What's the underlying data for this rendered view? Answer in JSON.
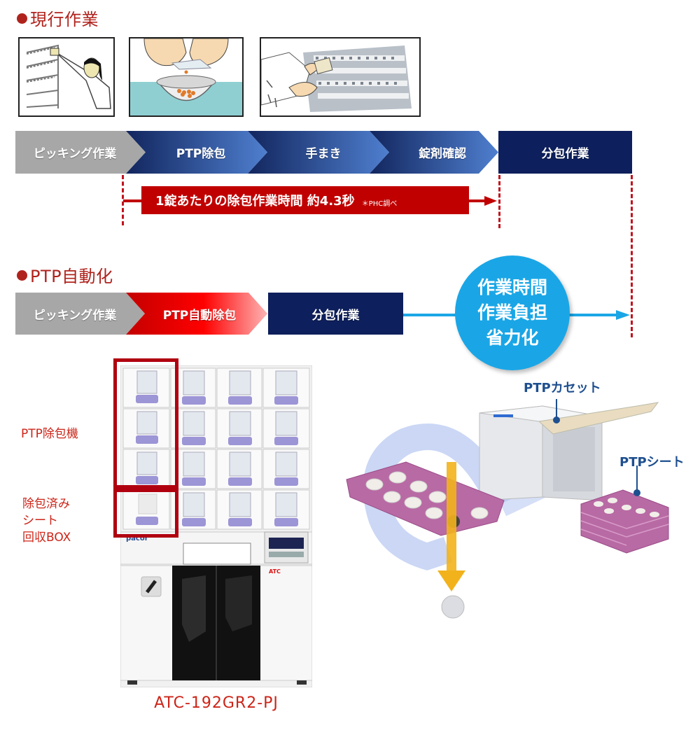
{
  "sections": {
    "current": {
      "title": "現行作業"
    },
    "automated": {
      "title": "PTP自動化"
    }
  },
  "current_illustrations": [
    {
      "name": "picking-illustration",
      "depicts": "pharmacist picking from shelves"
    },
    {
      "name": "unpacking-illustration",
      "depicts": "hands removing tablets into bowl"
    },
    {
      "name": "hand-dispense-illustration",
      "depicts": "hand placing tablets into tray"
    }
  ],
  "current_flow": {
    "steps": [
      "ピッキング作業",
      "PTP除包",
      "手まき",
      "錠剤確認"
    ],
    "final_step": "分包作業"
  },
  "time_banner": {
    "text": "1錠あたりの除包作業時間 約4.3秒",
    "note": "＊PHC調べ"
  },
  "automated_flow": {
    "steps": [
      "ピッキング作業",
      "PTP自動除包"
    ],
    "final_step": "分包作業"
  },
  "benefit_circle": {
    "lines": [
      "作業時間",
      "作業負担",
      "省力化"
    ]
  },
  "machine": {
    "labels": {
      "ptp_unit": "PTP除包機",
      "box_line1": "除包済み",
      "box_line2": "シート",
      "box_line3": "回収BOX"
    },
    "brand": "pacor",
    "panel_mark": "ATC",
    "model": "ATC-192GR2-PJ"
  },
  "cassette_diagram": {
    "callout_cassette": "PTPカセット",
    "callout_sheet": "PTPシート"
  },
  "colors": {
    "accent_red": "#b0231d",
    "banner_red": "#c00000",
    "navy": "#0d1f5c",
    "step_gray": "#a6a6a6",
    "benefit_blue": "#1aa6e6"
  }
}
